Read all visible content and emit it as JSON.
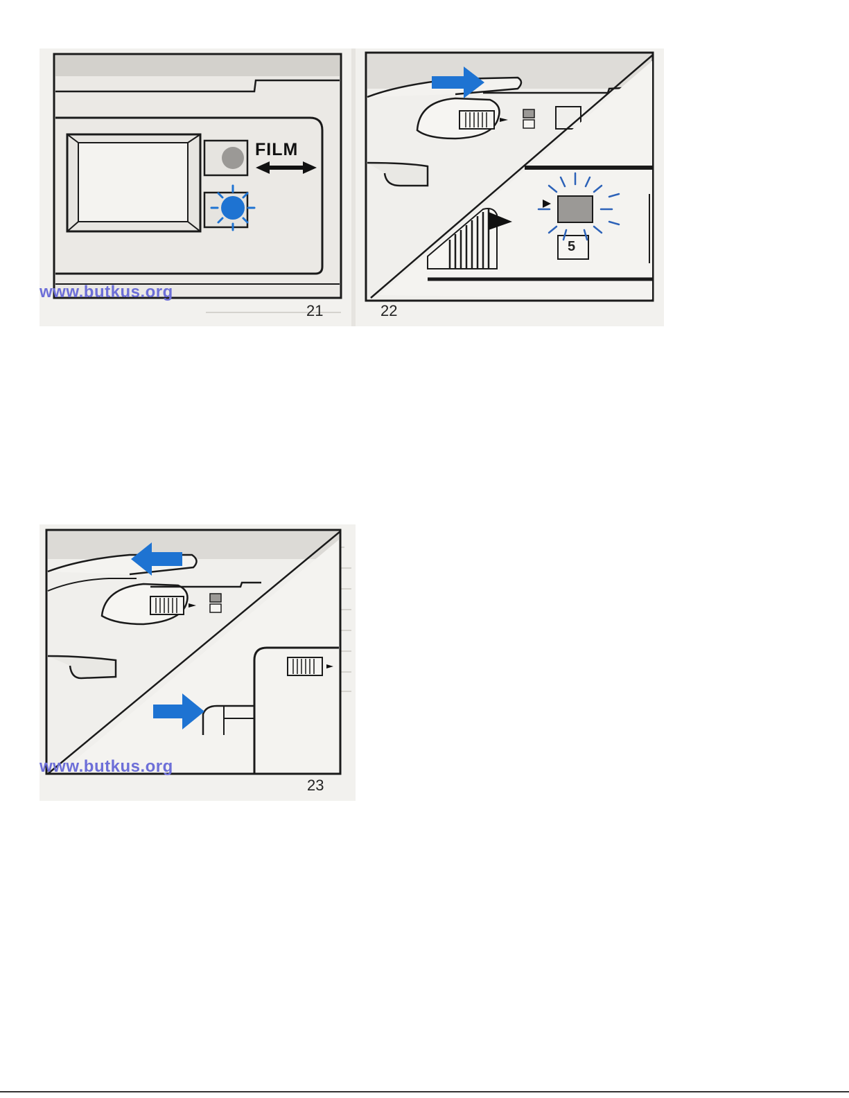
{
  "figures": {
    "fig21": {
      "number": "21",
      "label": "FILM"
    },
    "fig22": {
      "number": "22",
      "counter": "5"
    },
    "fig23": {
      "number": "23"
    }
  },
  "watermark": {
    "text": "www.butkus.org"
  },
  "colors": {
    "accent_blue": "#1e73d2",
    "line": "#1a1a1a",
    "panel_grey": "#d8d6d2",
    "watermark": "#6d6fd8"
  }
}
